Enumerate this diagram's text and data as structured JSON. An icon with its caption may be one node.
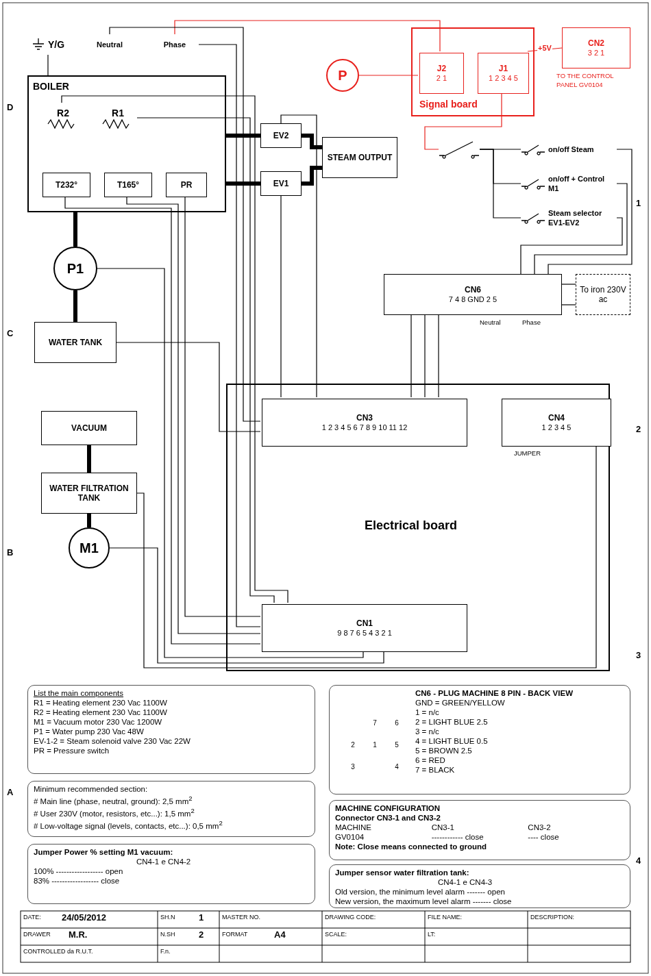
{
  "diagram": {
    "nodes": [
      {
        "text": [
          "BOILER"
        ]
      },
      {
        "text": [
          "R2"
        ],
        "in": 0
      },
      {
        "text": [
          "R1"
        ],
        "in": 0
      },
      {
        "text": [
          "T232°"
        ],
        "in": 0
      },
      {
        "text": [
          "T165°"
        ],
        "in": 0
      },
      {
        "text": [
          "PR"
        ],
        "in": 0
      },
      {
        "text": [
          "P1"
        ]
      },
      {
        "text": [
          "WATER TANK"
        ]
      },
      {
        "text": [
          "VACUUM"
        ]
      },
      {
        "text": [
          "M1"
        ]
      },
      {
        "text": [
          "WATER FILTRATION TANK"
        ]
      },
      {
        "text": [
          "STEAM OUTPUT"
        ]
      },
      {
        "text": [
          "P"
        ]
      },
      {
        "text": [
          "EV1"
        ]
      },
      {
        "text": [
          "EV2"
        ]
      },
      {
        "text": [
          "Electrical board"
        ]
      },
      {
        "text": [
          "CN3",
          "1 2 3 4 5 6 7 8 9 10 11 12"
        ],
        "in": 15
      },
      {
        "text": [
          "CN4",
          "1 2 3 4 5"
        ],
        "in": 15,
        "beside": [
          "JUMPER"
        ]
      },
      {
        "text": [
          "CN1",
          "9 8 7 6 5 4 3 2 1"
        ],
        "in": 15
      },
      {
        "text": [
          "Signal board"
        ]
      },
      {
        "text": [
          "J1",
          "1 2 3 4 5"
        ],
        "in": 19
      },
      {
        "text": [
          "J2",
          "2 1"
        ],
        "in": 19
      },
      {
        "text": [
          "CN2",
          "3 2 1"
        ],
        "beside": [
          "TO THE CONTROL PANEL GV0104"
        ]
      },
      {
        "text": [],
        "shape": "switch"
      },
      {
        "text": [
          "on/off Steam"
        ]
      },
      {
        "text": [
          "on/off + Control M1"
        ]
      },
      {
        "text": [
          "Steam selector EV1-EV2"
        ]
      },
      {
        "text": [
          "CN6",
          "7 4 8 GND 2 5"
        ],
        "beside": [
          "Neutral",
          "Phase"
        ]
      },
      {
        "text": [
          "To iron 230V ac"
        ]
      },
      {
        "text": [
          "Y/G"
        ]
      },
      {
        "text": [
          "Neutral"
        ]
      },
      {
        "text": [
          "Phase"
        ]
      },
      {
        "text": [
          "CN6 - PLUG MACHINE 8 PIN - BACK VIEW",
          "GND = GREEN/YELLOW",
          "1 = n/c",
          "2 = LIGHT BLUE 2.5",
          "3 = n/c",
          "4 = LIGHT BLUE 0.5",
          "5 = BROWN 2.5",
          "6 = RED",
          "7 = BLACK"
        ]
      },
      {
        "text": [
          "MACHINE CONFIGURATION",
          "Connector CN3-1 and CN3-2",
          "MACHINE",
          "CN3-1",
          "CN3-2",
          "GV0104",
          "------------ close",
          "---- close",
          "Note: Close means connected to ground"
        ]
      },
      {
        "text": [
          "Minimum recommended section:",
          "# Main line (phase, neutral, ground): 2,5 mm$^{2}$",
          "# User 230V (motor, resistors, etc...): 1,5 mm$^{2}$",
          "# Low-voltage signal (levels, contacts, etc...): 0,5 mm$^{2}$"
        ]
      },
      {
        "text": [
          "List the main components",
          "R1 = Heating element 230 Vac 1100W",
          "R2 = Heating element 230 Vac 1100W",
          "M1 = Vacuum motor 230 Vac 1200W",
          "P1 = Water pump 230 Vac 48W",
          "EV-1-2 = Steam solenoid valve 230 Vac 22W",
          "PR = Pressure switch"
        ]
      },
      {
        "text": [
          "Jumper Power % setting M1 vacuum:",
          "CN4-1 e CN4-2",
          "100% ------------------ open",
          "83% ------------------ close"
        ]
      },
      {
        "text": [
          "Jumper sensor water filtration tank:",
          "CN4-1 e CN4-3",
          "Old version, the minimum level alarm ------- open",
          "New version, the maximum level alarm ------- close"
        ]
      }
    ],
    "edges": [
      {
        "from": 7,
        "to": 6,
        "arrow": "none",
        "style": "thick"
      },
      {
        "from": 6,
        "to": 0,
        "arrow": "none",
        "style": "thick"
      },
      {
        "from": 0,
        "to": 14,
        "arrow": "none",
        "style": "thick"
      },
      {
        "from": 0,
        "to": 13,
        "arrow": "none",
        "style": "thick"
      },
      {
        "from": 14,
        "to": 11,
        "arrow": "none",
        "style": "thick"
      },
      {
        "from": 13,
        "to": 11,
        "arrow": "none",
        "style": "thick"
      },
      {
        "from": 8,
        "to": 10,
        "arrow": "none",
        "style": "thick"
      },
      {
        "from": 10,
        "to": 9,
        "arrow": "none",
        "style": "thick"
      },
      {
        "from": 12,
        "to": 21,
        "arrow": "none",
        "color": "#e8201c"
      },
      {
        "from": 22,
        "to": 20,
        "arrow": "none",
        "color": "#e8201c",
        "label": "+5V"
      },
      {
        "from": 20,
        "to": 23,
        "arrow": "none",
        "color": "#e8201c"
      },
      {
        "from": 21,
        "to": 31,
        "arrow": "none",
        "color": "#e8201c"
      },
      {
        "from": 23,
        "to": 24,
        "arrow": "none"
      },
      {
        "from": 23,
        "to": 25,
        "arrow": "none"
      },
      {
        "from": 23,
        "to": 26,
        "arrow": "none"
      },
      {
        "from": 24,
        "to": 27,
        "arrow": "none"
      },
      {
        "from": 25,
        "to": 27,
        "arrow": "none"
      },
      {
        "from": 26,
        "to": 27,
        "arrow": "none"
      },
      {
        "from": 27,
        "to": 28,
        "arrow": "none"
      },
      {
        "from": 27,
        "to": 28,
        "arrow": "none"
      },
      {
        "from": 27,
        "to": 16,
        "arrow": "none"
      },
      {
        "from": 27,
        "to": 16,
        "arrow": "none"
      },
      {
        "from": 27,
        "to": 16,
        "arrow": "none"
      },
      {
        "from": 31,
        "to": 18,
        "arrow": "none"
      },
      {
        "from": 30,
        "to": 16,
        "arrow": "none"
      },
      {
        "from": 29,
        "to": 0,
        "arrow": "none"
      },
      {
        "from": 5,
        "to": 18,
        "arrow": "none"
      },
      {
        "from": 4,
        "to": 18,
        "arrow": "none"
      },
      {
        "from": 3,
        "to": 18,
        "arrow": "none"
      },
      {
        "from": 2,
        "to": 18,
        "arrow": "none"
      },
      {
        "from": 1,
        "to": 18,
        "arrow": "none"
      },
      {
        "from": 6,
        "to": 18,
        "arrow": "none"
      },
      {
        "from": 7,
        "to": 16,
        "arrow": "none"
      },
      {
        "from": 10,
        "to": 17,
        "arrow": "none"
      },
      {
        "from": 9,
        "to": 18,
        "arrow": "none"
      },
      {
        "from": 14,
        "to": 16,
        "arrow": "none"
      },
      {
        "from": 13,
        "to": 16,
        "arrow": "none"
      }
    ],
    "labels": [
      "7",
      "6",
      "2",
      "1",
      "5",
      "3",
      "4",
      "DATE:",
      "24/05/2012",
      "SH.N",
      "1",
      "MASTER NO.",
      "DRAWING CODE:",
      "FILE NAME:",
      "DESCRIPTION:",
      "DRAWER",
      "M.R.",
      "N.SH",
      "2",
      "FORMAT",
      "A4",
      "SCALE:",
      "LT:",
      "CONTROLLED da R.U.T.",
      "F.n.",
      "1",
      "2",
      "3",
      "4",
      "A",
      "B",
      "C",
      "D"
    ]
  }
}
